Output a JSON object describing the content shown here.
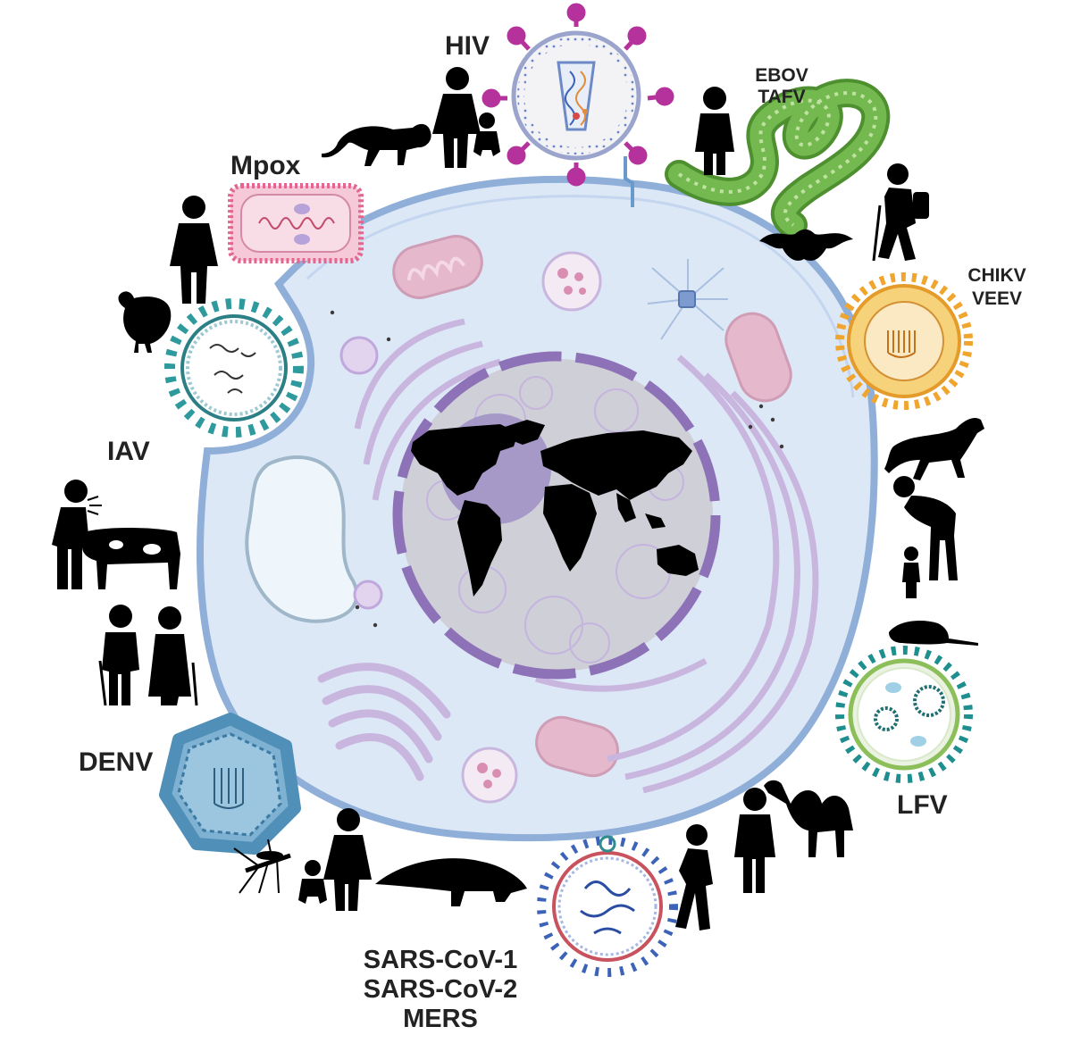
{
  "labels": {
    "hiv": "HIV",
    "ebov": "EBOV",
    "tafv": "TAFV",
    "mpox": "Mpox",
    "chikv": "CHIKV",
    "veev": "VEEV",
    "iav": "IAV",
    "denv": "DENV",
    "lfv": "LFV",
    "sars1": "SARS-CoV-1",
    "sars2": "SARS-CoV-2",
    "mers": "MERS"
  },
  "colors": {
    "cell_fill": "#dde8f7",
    "cell_stroke": "#8fafd9",
    "nucleus": "#cfcfd8",
    "nuclear_envelope": "#8e72b8",
    "organelle_purple": "#c9b6df",
    "mitochondria": "#e6b8cc",
    "silhouette": "#000000",
    "hiv_spike": "#b5319c",
    "ebov_green": "#74b94f",
    "chikv_orange": "#f0a52e",
    "iav_teal": "#2f9a9e",
    "denv_blue": "#4f8fb8",
    "lfv_teal": "#1f8e8e",
    "sars_blue": "#3d63b8",
    "mpox_pink": "#e3668e"
  },
  "icons": [
    "world-map-icon",
    "monkey-icon",
    "woman-icon",
    "baby-icon",
    "man-icon",
    "bat-icon",
    "hiker-icon",
    "horse-icon",
    "rat-icon",
    "camel-icon",
    "walker-icon",
    "pangolin-icon",
    "mosquito-icon",
    "cow-icon",
    "sneezing-person-icon",
    "elderly-couple-icon",
    "elderly-woman-icon",
    "chicken-icon"
  ]
}
